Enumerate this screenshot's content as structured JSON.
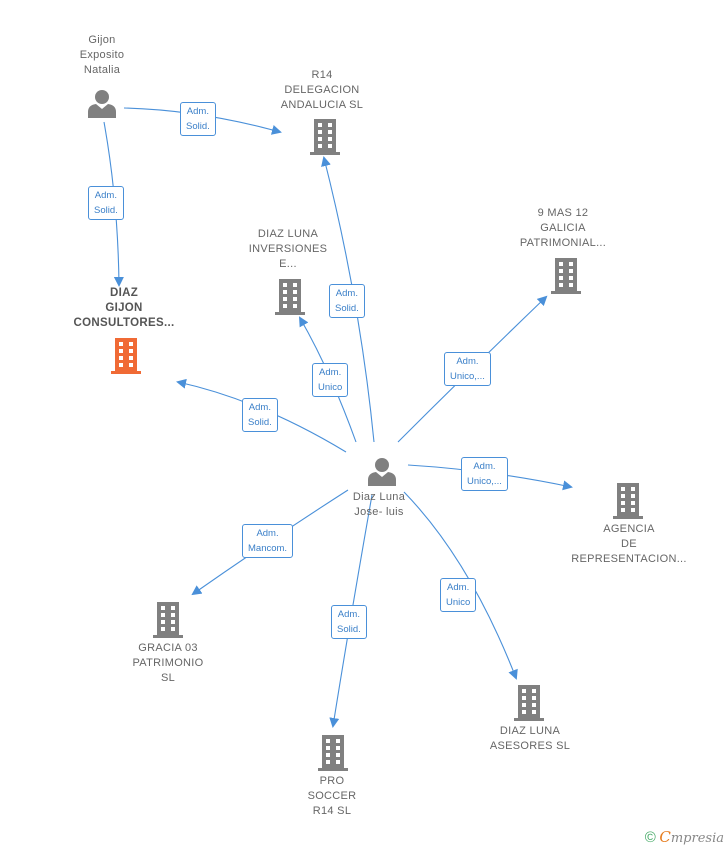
{
  "nodes": {
    "gijon": {
      "type": "person",
      "lines": [
        "Gijon",
        "Exposito",
        "Natalia"
      ]
    },
    "diaz_luna": {
      "type": "person",
      "lines": [
        "Diaz Luna",
        "Jose- luis"
      ]
    },
    "diaz_gijon": {
      "type": "company-focus",
      "lines": [
        "DIAZ",
        "GIJON",
        "CONSULTORES..."
      ]
    },
    "r14": {
      "type": "company",
      "lines": [
        "R14",
        "DELEGACION",
        "ANDALUCIA  SL"
      ]
    },
    "inversiones": {
      "type": "company",
      "lines": [
        "DIAZ LUNA",
        "INVERSIONES",
        "E..."
      ]
    },
    "galicia": {
      "type": "company",
      "lines": [
        "9 MAS 12",
        "GALICIA",
        "PATRIMONIAL..."
      ]
    },
    "agencia": {
      "type": "company",
      "lines": [
        "AGENCIA",
        "DE",
        "REPRESENTACION..."
      ]
    },
    "gracia": {
      "type": "company",
      "lines": [
        "GRACIA 03",
        "PATRIMONIO",
        "SL"
      ]
    },
    "asesores": {
      "type": "company",
      "lines": [
        "DIAZ LUNA",
        "ASESORES SL"
      ]
    },
    "soccer": {
      "type": "company",
      "lines": [
        "PRO",
        "SOCCER",
        "R14  SL"
      ]
    }
  },
  "edges": {
    "gijon_r14": [
      "Adm.",
      "Solid."
    ],
    "gijon_diazgijon": [
      "Adm.",
      "Solid."
    ],
    "dl_r14": [
      "Adm.",
      "Solid."
    ],
    "dl_inversiones": [
      "Adm.",
      "Unico"
    ],
    "dl_galicia": [
      "Adm.",
      "Unico,..."
    ],
    "dl_diazgijon": [
      "Adm.",
      "Solid."
    ],
    "dl_agencia": [
      "Adm.",
      "Unico,..."
    ],
    "dl_gracia": [
      "Adm.",
      "Mancom."
    ],
    "dl_asesores": [
      "Adm.",
      "Unico"
    ],
    "dl_soccer": [
      "Adm.",
      "Solid."
    ]
  },
  "colors": {
    "edge": "#4a90d9",
    "company": "#808080",
    "focus": "#f06a35",
    "person": "#808080"
  },
  "footer": {
    "copyright": "©",
    "brand_initial": "C",
    "brand_rest": "mpresia"
  }
}
